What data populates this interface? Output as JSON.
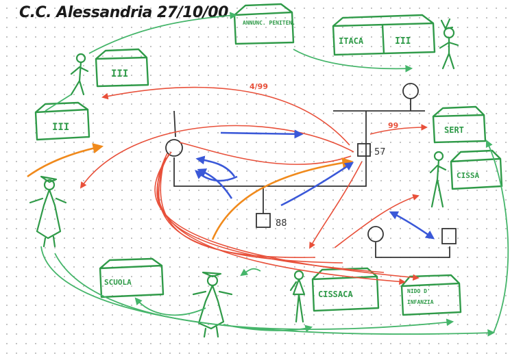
{
  "title": "C.C. Alessandria 27/10/00",
  "labels": {
    "annunc": "ANNUNC. PENITEN.",
    "itaca": "ITACA",
    "iii_top_right": "III",
    "iii_mid": "III",
    "iii_left": "III",
    "sert": "SERT",
    "cissa_right": "CISSA",
    "scuola": "SCUOLA",
    "cissaca": "CISSACA",
    "nido": "NIDO D' INFANZIA",
    "age_57": "57",
    "age_88": "88",
    "red_4_99": "4/99",
    "red_99": "99"
  },
  "colors": {
    "green": "#2f9a48",
    "red": "#e8503a",
    "orange": "#f08a1c",
    "blue": "#3a58d8"
  }
}
